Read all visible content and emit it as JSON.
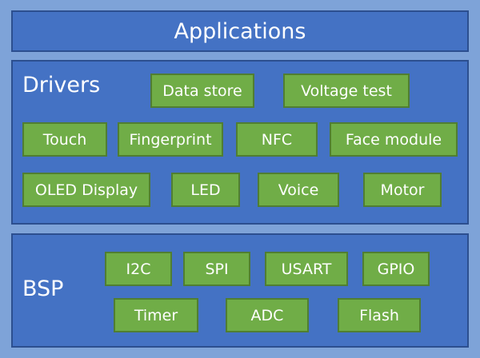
{
  "applications": {
    "title": "Applications"
  },
  "drivers": {
    "title": "Drivers",
    "row1": [
      "Data store",
      "Voltage test"
    ],
    "row2": [
      "Touch",
      "Fingerprint",
      "NFC",
      "Face module"
    ],
    "row3": [
      "OLED Display",
      "LED",
      "Voice",
      "Motor"
    ]
  },
  "bsp": {
    "title": "BSP",
    "row1": [
      "I2C",
      "SPI",
      "USART",
      "GPIO"
    ],
    "row2": [
      "Timer",
      "ADC",
      "Flash"
    ]
  },
  "colors": {
    "outer_background": "#7ea3d8",
    "layer_fill": "#4472c4",
    "layer_border": "#2c4f8f",
    "box_fill": "#70ad47",
    "box_border": "#507e32",
    "text": "#ffffff"
  }
}
